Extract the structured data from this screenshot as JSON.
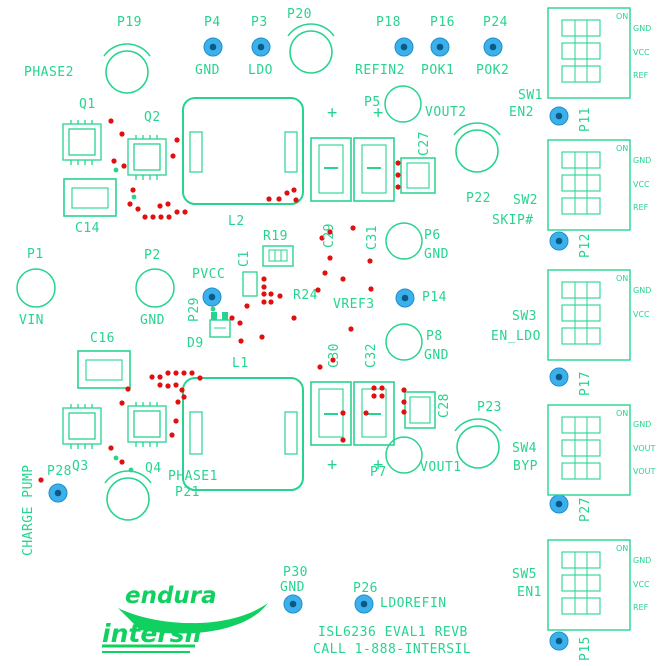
{
  "colors": {
    "silk": "#27d48f",
    "pad_ring": "#3bb0ea",
    "pad_core": "#0b5a86",
    "via": "#e01010",
    "logo": "#10d060"
  },
  "pads": {
    "P19": "P19",
    "P4": "P4",
    "P3": "P3",
    "P20": "P20",
    "P18": "P18",
    "P16": "P16",
    "P24": "P24",
    "P5": "P5",
    "P22": "P22",
    "P6": "P6",
    "P1": "P1",
    "P2": "P2",
    "P29": "P29",
    "P14": "P14",
    "P8": "P8",
    "P23": "P23",
    "P7": "P7",
    "P28": "P28",
    "P21": "P21",
    "P30": "P30",
    "P26": "P26",
    "P11": "P11",
    "P12": "P12",
    "P17": "P17",
    "P27": "P27",
    "P15": "P15"
  },
  "nets": {
    "gnd_p4": "GND",
    "ldo": "LDO",
    "refin2": "REFIN2",
    "pok1": "POK1",
    "pok2": "POK2",
    "phase2": "PHASE2",
    "vout2": "VOUT2",
    "gnd_p6": "GND",
    "vin": "VIN",
    "gnd_p2": "GND",
    "pvcc": "PVCC",
    "vref3": "VREF3",
    "gnd_p8": "GND",
    "vout1": "VOUT1",
    "charge_pump": "CHARGE PUMP",
    "phase1": "PHASE1",
    "gnd_p30": "GND",
    "ldorefin": "LDOREFIN"
  },
  "components": {
    "Q1": "Q1",
    "Q2": "Q2",
    "C14": "C14",
    "L2": "L2",
    "C27": "C27",
    "C29": "C29",
    "C31": "C31",
    "R19": "R19",
    "C1": "C1",
    "R24": "R24",
    "D9": "D9",
    "L1": "L1",
    "C16": "C16",
    "C30": "C30",
    "C32": "C32",
    "C28": "C28",
    "Q3": "Q3",
    "Q4": "Q4"
  },
  "polarity": {
    "plus": "+"
  },
  "switches": [
    {
      "id": "SW1",
      "name": "EN2",
      "on": "ON",
      "pins": [
        "GND",
        "VCC",
        "REF"
      ]
    },
    {
      "id": "SW2",
      "name": "SKIP#",
      "on": "ON",
      "pins": [
        "GND",
        "VCC",
        "REF"
      ]
    },
    {
      "id": "SW3",
      "name": "EN_LDO",
      "on": "ON",
      "pins": [
        "GND",
        "VCC"
      ]
    },
    {
      "id": "SW4",
      "name": "BYP",
      "on": "ON",
      "pins": [
        "GND",
        "VOUT",
        "VOUT"
      ]
    },
    {
      "id": "SW5",
      "name": "EN1",
      "on": "ON",
      "pins": [
        "GND",
        "VCC",
        "REF"
      ]
    }
  ],
  "logos": {
    "endura": "endura",
    "intersil": "intersil"
  },
  "board_text": {
    "line1": "ISL6236 EVAL1 REVB",
    "line2": "CALL 1-888-INTERSIL"
  }
}
